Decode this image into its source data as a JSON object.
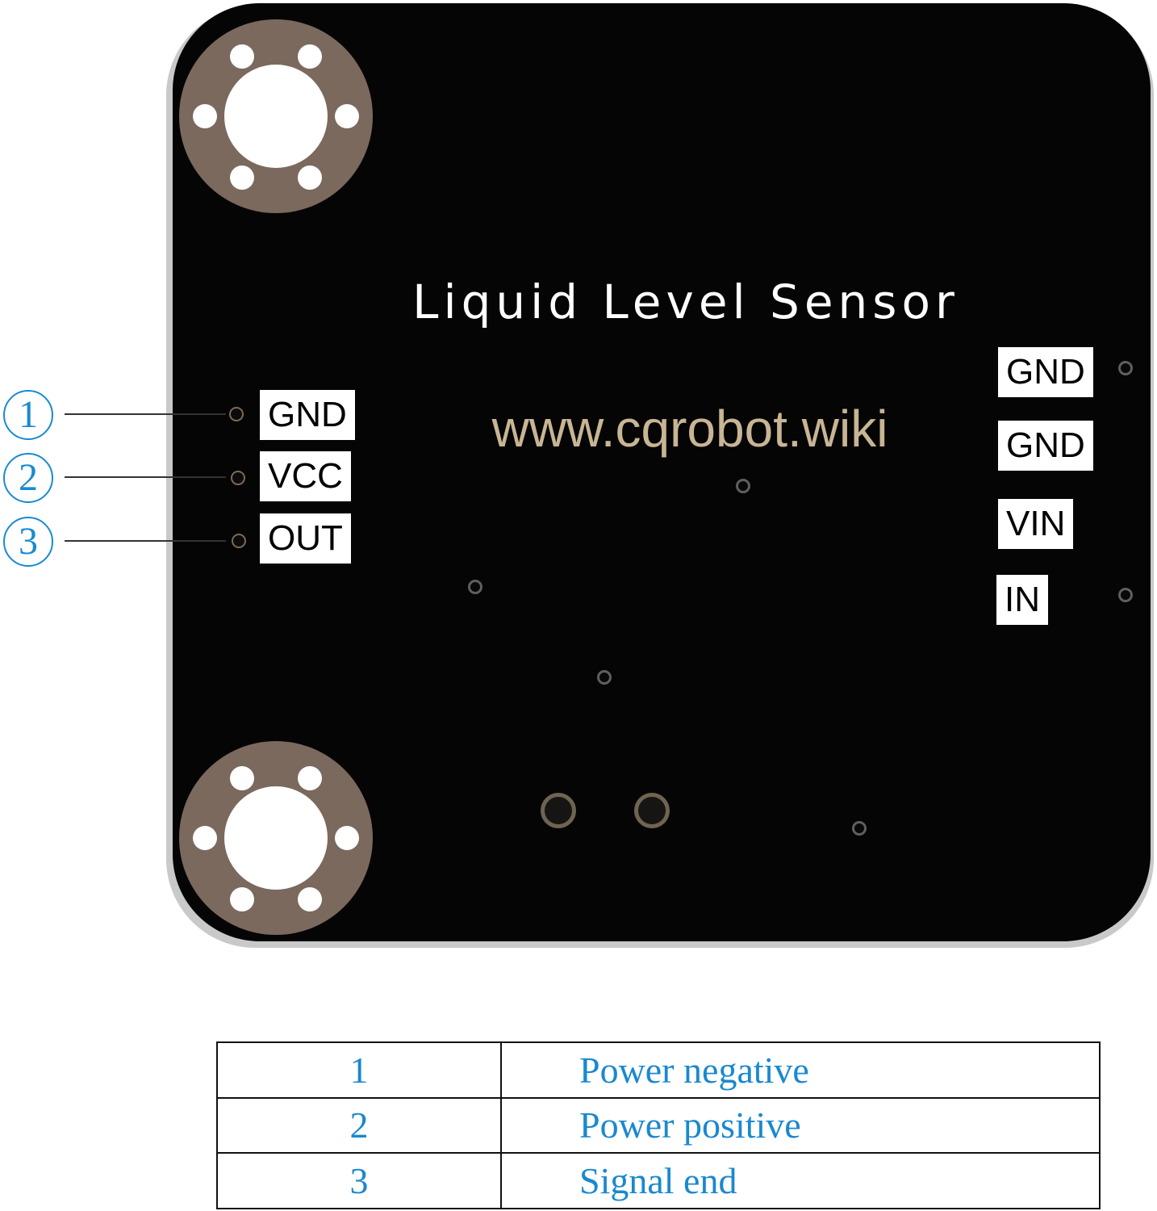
{
  "board": {
    "title": "Liquid Level Sensor",
    "url": "www.cqrobot.wiki"
  },
  "left_pins": [
    {
      "number": "1",
      "label": "GND"
    },
    {
      "number": "2",
      "label": "VCC"
    },
    {
      "number": "3",
      "label": "OUT"
    }
  ],
  "right_labels": [
    "GND",
    "GND",
    "VIN",
    "IN"
  ],
  "pin_table": {
    "rows": [
      {
        "pin": "1",
        "function": "Power negative"
      },
      {
        "pin": "2",
        "function": "Power positive"
      },
      {
        "pin": "3",
        "function": "Signal end"
      }
    ]
  },
  "colors": {
    "board": "#050505",
    "mount_pad": "#7b695e",
    "url_text": "#c8b594",
    "callout_blue": "#1a8ad0"
  }
}
